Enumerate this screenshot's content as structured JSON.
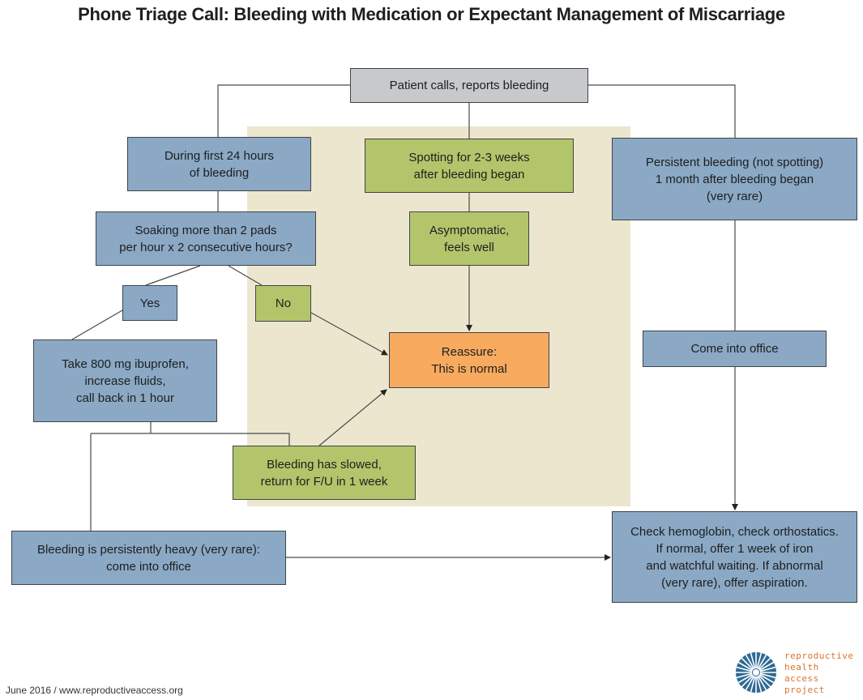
{
  "title": "Phone Triage Call: Bleeding with Medication or Expectant Management of Miscarriage",
  "colors": {
    "blue_box": "#8ba9c5",
    "green_box": "#b3c56b",
    "gray_box": "#c8c9cb",
    "orange_box": "#f8aa5f",
    "highlight_zone": "#ede6cf",
    "logo_blue": "#2f6a94",
    "logo_orange": "#d9742f"
  },
  "nodes": {
    "patient_calls": "Patient calls, reports bleeding",
    "first_24_hours": "During first 24 hours\nof bleeding",
    "spotting": "Spotting for 2-3 weeks\nafter bleeding began",
    "persistent_bleeding": "Persistent bleeding (not spotting)\n1 month after bleeding began\n(very rare)",
    "soaking_question": "Soaking more than 2 pads\nper hour x 2 consecutive hours?",
    "asymptomatic": "Asymptomatic,\nfeels well",
    "yes": "Yes",
    "no": "No",
    "reassure": "Reassure:\nThis is normal",
    "ibuprofen": "Take 800 mg ibuprofen,\nincrease fluids,\ncall back in 1 hour",
    "come_into_office": "Come into office",
    "bleeding_slowed": "Bleeding has slowed,\nreturn for F/U in 1 week",
    "persistently_heavy": "Bleeding is persistently heavy (very rare):\ncome into office",
    "check_hemoglobin": "Check hemoglobin, check orthostatics.\nIf normal, offer 1 week of iron\nand watchful waiting. If abnormal\n(very rare), offer aspiration."
  },
  "edges": [
    {
      "from": "patient_calls",
      "to": "first_24_hours"
    },
    {
      "from": "patient_calls",
      "to": "spotting"
    },
    {
      "from": "patient_calls",
      "to": "persistent_bleeding"
    },
    {
      "from": "first_24_hours",
      "to": "soaking_question"
    },
    {
      "from": "soaking_question",
      "to": "yes"
    },
    {
      "from": "soaking_question",
      "to": "no"
    },
    {
      "from": "yes",
      "to": "ibuprofen"
    },
    {
      "from": "no",
      "to": "reassure",
      "arrow": true
    },
    {
      "from": "spotting",
      "to": "asymptomatic"
    },
    {
      "from": "asymptomatic",
      "to": "reassure",
      "arrow": true
    },
    {
      "from": "ibuprofen",
      "to": "bleeding_slowed"
    },
    {
      "from": "ibuprofen",
      "to": "persistently_heavy"
    },
    {
      "from": "bleeding_slowed",
      "to": "reassure",
      "arrow": true
    },
    {
      "from": "persistent_bleeding",
      "to": "come_into_office"
    },
    {
      "from": "come_into_office",
      "to": "check_hemoglobin",
      "arrow": true
    },
    {
      "from": "persistently_heavy",
      "to": "check_hemoglobin",
      "arrow": true
    }
  ],
  "footer": "June 2016 / www.reproductiveaccess.org",
  "logo": {
    "icon": "sunburst-logo-icon",
    "lines": [
      "reproductive",
      "health",
      "access",
      "project"
    ]
  }
}
